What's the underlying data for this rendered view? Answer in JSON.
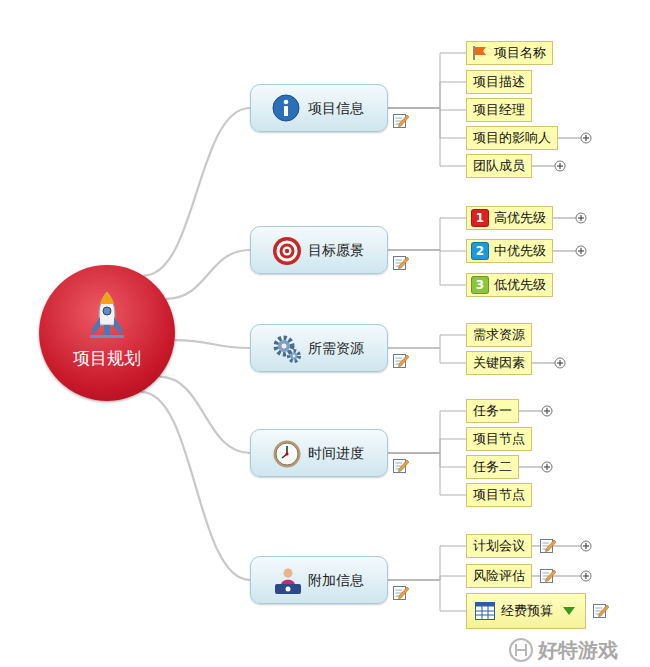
{
  "diagram": {
    "nodes": [
      {
        "text": [
          "项目规划"
        ]
      },
      {
        "text": [
          "项目信息"
        ]
      },
      {
        "text": [
          "项目名称"
        ]
      },
      {
        "text": [
          "项目描述"
        ]
      },
      {
        "text": [
          "项目经理"
        ]
      },
      {
        "text": [
          "项目的影响人"
        ]
      },
      {
        "text": [
          "团队成员"
        ]
      },
      {
        "text": [
          "目标愿景"
        ]
      },
      {
        "text": [
          "高优先级"
        ]
      },
      {
        "text": [
          "中优先级"
        ]
      },
      {
        "text": [
          "低优先级"
        ]
      },
      {
        "text": [
          "所需资源"
        ]
      },
      {
        "text": [
          "需求资源"
        ]
      },
      {
        "text": [
          "关键因素"
        ]
      },
      {
        "text": [
          "时间进度"
        ]
      },
      {
        "text": [
          "任务一"
        ]
      },
      {
        "text": [
          "项目节点"
        ]
      },
      {
        "text": [
          "任务二"
        ]
      },
      {
        "text": [
          "项目节点"
        ]
      },
      {
        "text": [
          "附加信息"
        ]
      },
      {
        "text": [
          "计划会议"
        ]
      },
      {
        "text": [
          "风险评估"
        ]
      },
      {
        "text": [
          "经费预算"
        ]
      }
    ],
    "edges": [
      {
        "from": 0,
        "to": 1,
        "arrow": "none"
      },
      {
        "from": 1,
        "to": 2,
        "arrow": "none"
      },
      {
        "from": 1,
        "to": 3,
        "arrow": "none"
      },
      {
        "from": 1,
        "to": 4,
        "arrow": "none"
      },
      {
        "from": 1,
        "to": 5,
        "arrow": "none"
      },
      {
        "from": 1,
        "to": 6,
        "arrow": "none"
      },
      {
        "from": 0,
        "to": 7,
        "arrow": "none"
      },
      {
        "from": 7,
        "to": 8,
        "arrow": "none"
      },
      {
        "from": 7,
        "to": 9,
        "arrow": "none"
      },
      {
        "from": 7,
        "to": 10,
        "arrow": "none"
      },
      {
        "from": 0,
        "to": 11,
        "arrow": "none"
      },
      {
        "from": 11,
        "to": 12,
        "arrow": "none"
      },
      {
        "from": 11,
        "to": 13,
        "arrow": "none"
      },
      {
        "from": 0,
        "to": 14,
        "arrow": "none"
      },
      {
        "from": 14,
        "to": 15,
        "arrow": "none"
      },
      {
        "from": 14,
        "to": 16,
        "arrow": "none"
      },
      {
        "from": 14,
        "to": 17,
        "arrow": "none"
      },
      {
        "from": 14,
        "to": 18,
        "arrow": "none"
      },
      {
        "from": 0,
        "to": 19,
        "arrow": "none"
      },
      {
        "from": 19,
        "to": 20,
        "arrow": "none"
      },
      {
        "from": 19,
        "to": 21,
        "arrow": "none"
      },
      {
        "from": 19,
        "to": 22,
        "arrow": "none"
      }
    ],
    "labels": [
      "1",
      "2",
      "3",
      "好特游戏"
    ]
  }
}
